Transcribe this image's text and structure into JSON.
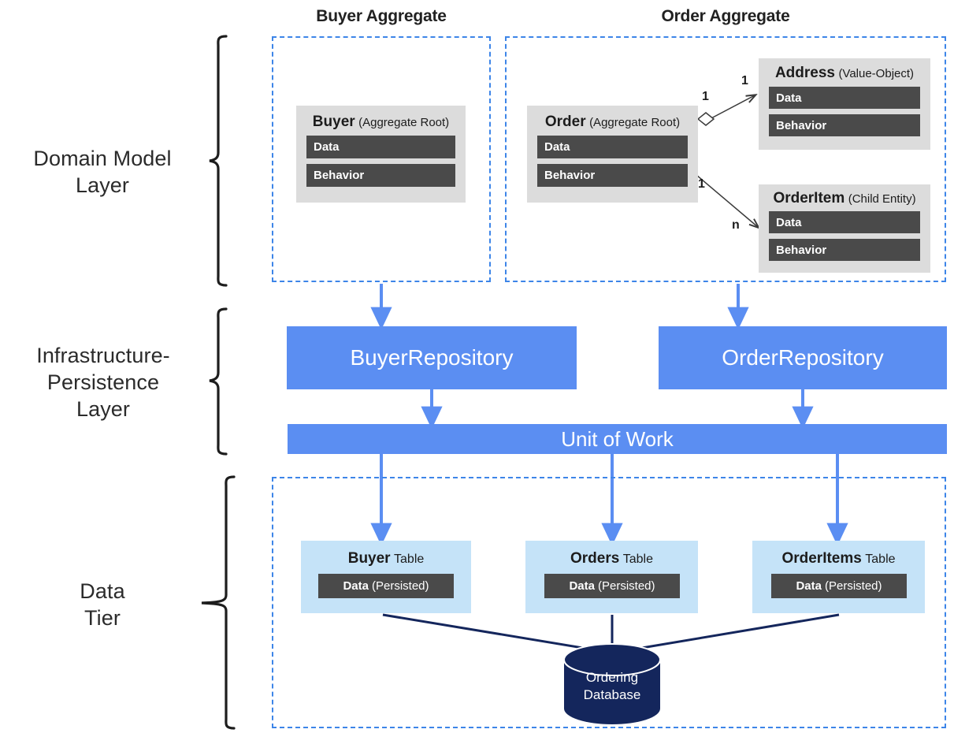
{
  "layers": [
    {
      "id": "domain-model",
      "label": "Domain Model\nLayer",
      "line1": "Domain Model",
      "line2": "Layer"
    },
    {
      "id": "infrastructure-persistence",
      "label": "Infrastructure-\nPersistence\nLayer",
      "line1": "Infrastructure-",
      "line2": "Persistence",
      "line3": "Layer"
    },
    {
      "id": "data-tier",
      "label": "Data\nTier",
      "line1": "Data",
      "line2": "Tier"
    }
  ],
  "aggregates": {
    "buyer": {
      "title": "Buyer Aggregate"
    },
    "order": {
      "title": "Order Aggregate"
    }
  },
  "entities": {
    "buyer": {
      "name": "Buyer",
      "stereotype": "(Aggregate Root)",
      "rows": [
        "Data",
        "Behavior"
      ]
    },
    "order": {
      "name": "Order",
      "stereotype": "(Aggregate Root)",
      "rows": [
        "Data",
        "Behavior"
      ]
    },
    "address": {
      "name": "Address",
      "stereotype": "(Value-Object)",
      "rows": [
        "Data",
        "Behavior"
      ]
    },
    "orderitem": {
      "name": "OrderItem",
      "stereotype": "(Child Entity)",
      "rows": [
        "Data",
        "Behavior"
      ]
    }
  },
  "relationships": [
    {
      "from": "Order",
      "to": "Address",
      "source_multiplicity": "1",
      "target_multiplicity": "1",
      "kind": "aggregation"
    },
    {
      "from": "Order",
      "to": "OrderItem",
      "source_multiplicity": "1",
      "target_multiplicity": "n",
      "kind": "association"
    }
  ],
  "persistence": {
    "buyer_repository": "BuyerRepository",
    "order_repository": "OrderRepository",
    "unit_of_work": "Unit of Work"
  },
  "tables": [
    {
      "name": "Buyer",
      "suffix": "Table",
      "data_label": "Data",
      "data_suffix": "(Persisted)"
    },
    {
      "name": "Orders",
      "suffix": "Table",
      "data_label": "Data",
      "data_suffix": "(Persisted)"
    },
    {
      "name": "OrderItems",
      "suffix": "Table",
      "data_label": "Data",
      "data_suffix": "(Persisted)"
    }
  ],
  "database": {
    "line1": "Ordering",
    "line2": "Database"
  },
  "colors": {
    "accent_blue": "#5b8ef2",
    "dashed_blue": "#3d85e8",
    "entity_gray": "#dcdcdc",
    "bar_dark": "#4a4a4a",
    "table_light_blue": "#c5e3f8",
    "db_navy": "#14265c",
    "text_dark": "#1c1c1c"
  }
}
